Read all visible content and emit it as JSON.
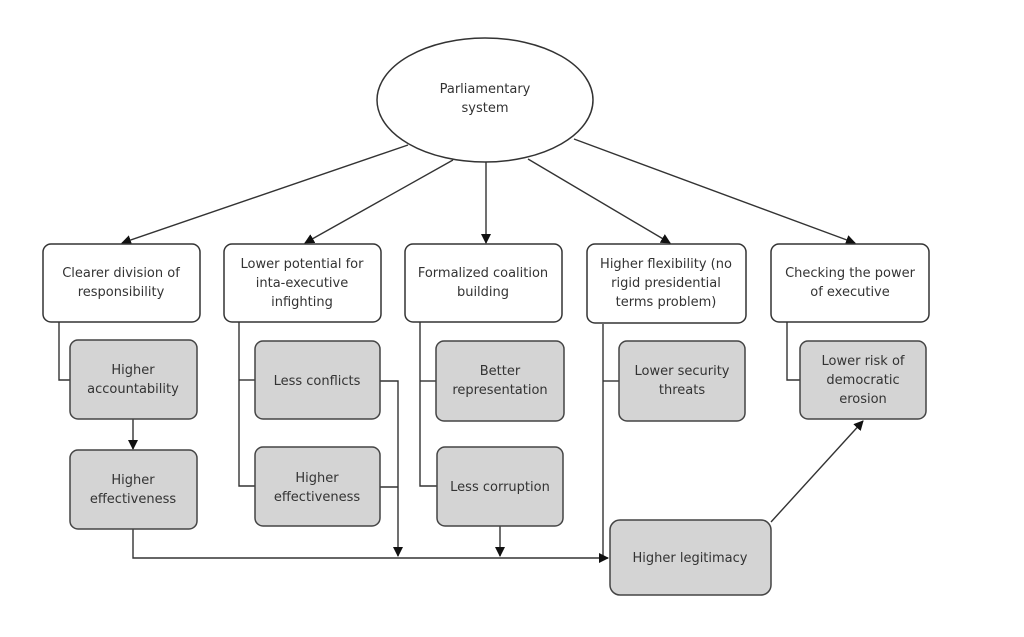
{
  "diagram": {
    "root": {
      "id": "root",
      "lines": [
        "Parliamentary",
        "system"
      ]
    },
    "categories": [
      {
        "id": "cat-responsibility",
        "lines": [
          "Clearer division of",
          "responsibility"
        ]
      },
      {
        "id": "cat-infighting",
        "lines": [
          "Lower potential for",
          "inta-executive",
          "infighting"
        ]
      },
      {
        "id": "cat-coalition",
        "lines": [
          "Formalized coalition",
          "building"
        ]
      },
      {
        "id": "cat-flexibility",
        "lines": [
          "Higher flexibility (no",
          "rigid presidential",
          "terms problem)"
        ]
      },
      {
        "id": "cat-checking",
        "lines": [
          "Checking the power",
          "of executive"
        ]
      }
    ],
    "outcomes": [
      {
        "id": "out-accountability",
        "parent": "cat-responsibility",
        "lines": [
          "Higher",
          "accountability"
        ]
      },
      {
        "id": "out-effectiveness-1",
        "parent": "out-accountability",
        "lines": [
          "Higher",
          "effectiveness"
        ]
      },
      {
        "id": "out-less-conflicts",
        "parent": "cat-infighting",
        "lines": [
          "Less conflicts"
        ]
      },
      {
        "id": "out-effectiveness-2",
        "parent": "cat-infighting",
        "lines": [
          "Higher",
          "effectiveness"
        ]
      },
      {
        "id": "out-representation",
        "parent": "cat-coalition",
        "lines": [
          "Better",
          "representation"
        ]
      },
      {
        "id": "out-less-corruption",
        "parent": "cat-coalition",
        "lines": [
          "Less corruption"
        ]
      },
      {
        "id": "out-security",
        "parent": "cat-flexibility",
        "lines": [
          "Lower security",
          "threats"
        ]
      },
      {
        "id": "out-erosion",
        "parent": "cat-checking",
        "lines": [
          "Lower risk of",
          "democratic",
          "erosion"
        ]
      },
      {
        "id": "out-legitimacy",
        "parent": "multiple",
        "lines": [
          "Higher legitimacy"
        ]
      }
    ],
    "edges": [
      {
        "from": "root",
        "to": "cat-responsibility"
      },
      {
        "from": "root",
        "to": "cat-infighting"
      },
      {
        "from": "root",
        "to": "cat-coalition"
      },
      {
        "from": "root",
        "to": "cat-flexibility"
      },
      {
        "from": "root",
        "to": "cat-checking"
      },
      {
        "from": "cat-responsibility",
        "to": "out-accountability"
      },
      {
        "from": "out-accountability",
        "to": "out-effectiveness-1"
      },
      {
        "from": "cat-infighting",
        "to": "out-less-conflicts"
      },
      {
        "from": "cat-infighting",
        "to": "out-effectiveness-2"
      },
      {
        "from": "cat-coalition",
        "to": "out-representation"
      },
      {
        "from": "cat-coalition",
        "to": "out-less-corruption"
      },
      {
        "from": "cat-flexibility",
        "to": "out-security"
      },
      {
        "from": "cat-checking",
        "to": "out-erosion"
      },
      {
        "from": "out-effectiveness-1",
        "to": "out-legitimacy"
      },
      {
        "from": "out-less-conflicts",
        "to": "out-legitimacy"
      },
      {
        "from": "out-effectiveness-2",
        "to": "out-legitimacy"
      },
      {
        "from": "out-less-corruption",
        "to": "out-legitimacy"
      },
      {
        "from": "cat-flexibility",
        "to": "out-legitimacy"
      },
      {
        "from": "out-legitimacy",
        "to": "out-erosion"
      }
    ],
    "colors": {
      "outline": "#333333",
      "category_fill": "#ffffff",
      "outcome_fill": "#d4d4d4",
      "text": "#333333"
    }
  }
}
